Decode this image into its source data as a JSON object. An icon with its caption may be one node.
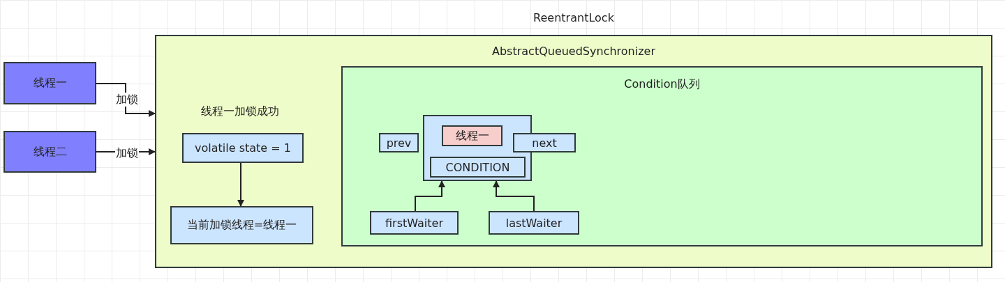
{
  "diagram": {
    "nodes": [
      {
        "text": [
          "ReentrantLock",
          "AbstractQueuedSynchronizer"
        ]
      },
      {
        "text": [
          "线程一"
        ]
      },
      {
        "text": [
          "线程二"
        ]
      },
      {
        "text": [
          "volatile state = 1"
        ],
        "in": 0
      },
      {
        "text": [
          "当前加锁线程=线程一"
        ],
        "in": 0
      },
      {
        "text": [
          "Condition队列"
        ],
        "in": 0
      },
      {
        "text": [],
        "shape": "box",
        "in": 5
      },
      {
        "text": [
          "prev"
        ],
        "in": 5
      },
      {
        "text": [
          "线程一"
        ],
        "in": 6
      },
      {
        "text": [
          "next"
        ],
        "in": 5
      },
      {
        "text": [
          "CONDITION"
        ],
        "in": 6
      },
      {
        "text": [
          "firstWaiter"
        ],
        "in": 5
      },
      {
        "text": [
          "lastWaiter"
        ],
        "in": 5
      }
    ],
    "edges": [
      {
        "from": 1,
        "to": 0,
        "arrow": "to",
        "label": "加锁"
      },
      {
        "from": 2,
        "to": 0,
        "arrow": "to",
        "label": "加锁"
      },
      {
        "from": 3,
        "to": 4,
        "arrow": "to"
      },
      {
        "from": 11,
        "to": 6,
        "arrow": "to"
      },
      {
        "from": 12,
        "to": 6,
        "arrow": "to"
      }
    ],
    "labels": [
      "线程一加锁成功"
    ]
  }
}
